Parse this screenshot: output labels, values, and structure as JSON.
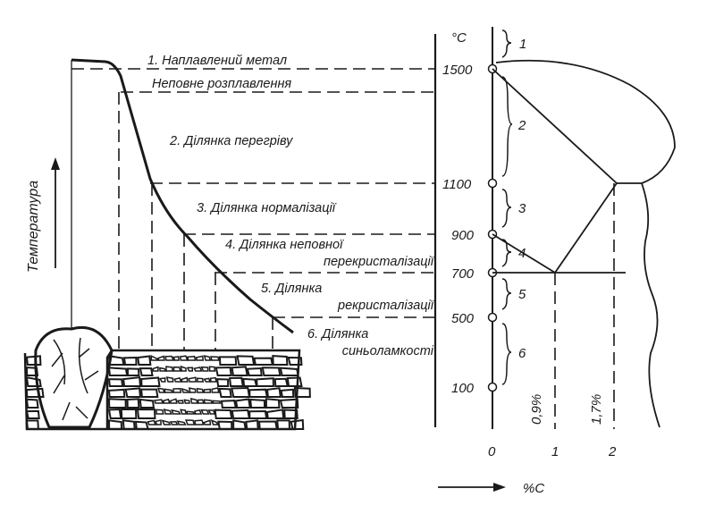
{
  "diagram": {
    "y_axis_label": "Температура",
    "y_unit": "°C",
    "x_unit": "%C",
    "temperature_ticks": [
      "1500",
      "1100",
      "900",
      "700",
      "500",
      "100"
    ],
    "carbon_ticks": [
      "0",
      "1",
      "2"
    ],
    "carbon_markers": [
      "0,9%",
      "1,7%"
    ],
    "zone_numbers": [
      "1",
      "2",
      "3",
      "4",
      "5",
      "6"
    ],
    "zones": [
      {
        "line1": "1. Наплавлений метал"
      },
      {
        "line1": "Неповне розплавлення"
      },
      {
        "line1": "2. Ділянка перегріву"
      },
      {
        "line1": "3. Ділянка нормалізації"
      },
      {
        "line1": "4. Ділянка неповної",
        "line2": "перекристалізації"
      },
      {
        "line1": "5. Ділянка",
        "line2": "рекристалізації"
      },
      {
        "line1": "6. Ділянка",
        "line2": "синьоламкості"
      }
    ]
  }
}
